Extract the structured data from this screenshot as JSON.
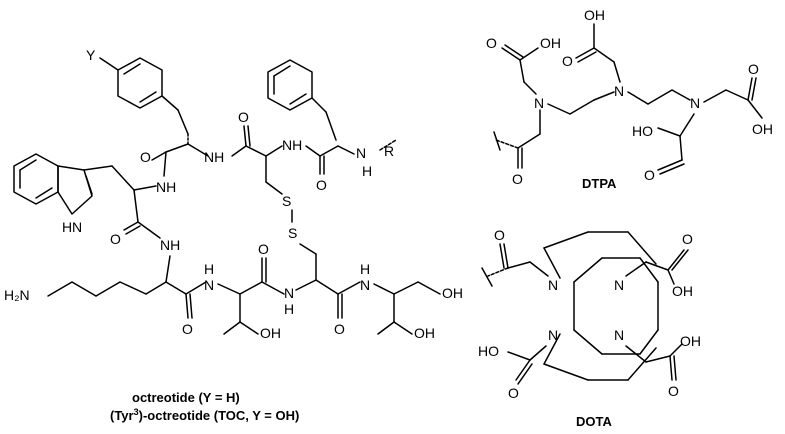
{
  "octreotide": {
    "caption_line1": "octreotide (Y = H)",
    "caption_line2_pre": "(Tyr",
    "caption_line2_sup": "3",
    "caption_line2_post": ")-octreotide (TOC, Y = OH)",
    "atoms": {
      "y_sub": "Y",
      "r_sub": "R",
      "nh": "NH",
      "n": "N",
      "h": "H",
      "o": "O",
      "s": "S",
      "oh": "OH",
      "h2n": "H₂N"
    }
  },
  "dtpa": {
    "caption": "DTPA",
    "atoms": {
      "n": "N",
      "o": "O",
      "oh": "OH",
      "ho": "HO"
    }
  },
  "dota": {
    "caption": "DOTA",
    "atoms": {
      "n": "N",
      "o": "O",
      "oh": "OH",
      "ho": "HO"
    }
  }
}
